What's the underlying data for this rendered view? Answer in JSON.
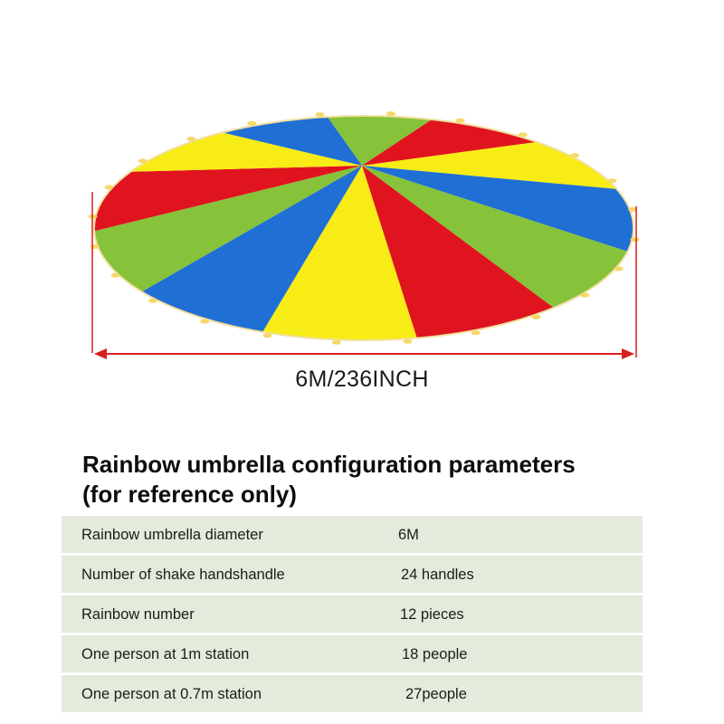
{
  "product": {
    "dimension_label": "6M/236INCH",
    "colors": {
      "red": "#e0141e",
      "yellow": "#f7ec16",
      "blue": "#1f6fd4",
      "green": "#86c23a",
      "dimension_line": "#d81e1e"
    }
  },
  "specs": {
    "title_line1": "Rainbow umbrella configuration parameters",
    "title_line2": "(for reference only)",
    "rows": [
      {
        "label": "Rainbow umbrella diameter",
        "value": "6M"
      },
      {
        "label": "Number of shake handshandle",
        "value": "24 handles"
      },
      {
        "label": "Rainbow number",
        "value": "12 pieces"
      },
      {
        "label": "One person at 1m station",
        "value": "18 people"
      },
      {
        "label": "One person at 0.7m station",
        "value": "27people"
      }
    ]
  }
}
